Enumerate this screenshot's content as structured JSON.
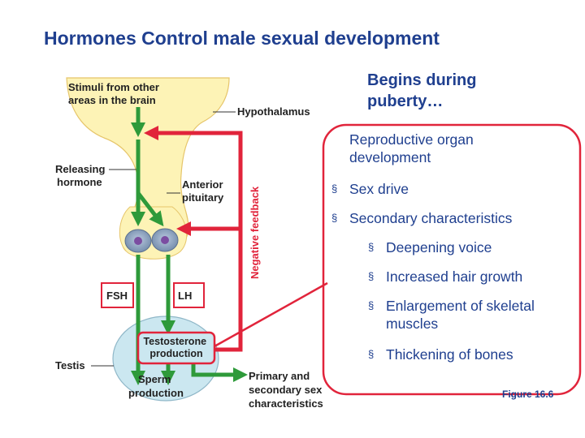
{
  "title": "Hormones Control male sexual development",
  "begins": [
    "Begins during",
    "puberty…"
  ],
  "bullets": {
    "reproductive": [
      "Reproductive organ",
      "development"
    ],
    "sex_drive": "Sex drive",
    "secondary": "Secondary characteristics",
    "voice": "Deepening voice",
    "hair": "Increased hair growth",
    "skeletal": [
      "Enlargement of skeletal",
      "muscles"
    ],
    "bones": "Thickening of bones",
    "marker": "§"
  },
  "diagram": {
    "stimuli": [
      "Stimuli from other",
      "areas in the brain"
    ],
    "hypothalamus": "Hypothalamus",
    "releasing": [
      "Releasing",
      "hormone"
    ],
    "anterior": [
      "Anterior",
      "pituitary"
    ],
    "negative_feedback": "Negative feedback",
    "fsh": "FSH",
    "lh": "LH",
    "testosterone": [
      "Testosterone",
      "production"
    ],
    "testis": "Testis",
    "sperm": [
      "Sperm",
      "production"
    ],
    "primary": [
      "Primary and",
      "secondary sex",
      "characteristics"
    ]
  },
  "figure_label": "Figure 16.6",
  "colors": {
    "title": "#1f3f8f",
    "arrow_green": "#2e9a3a",
    "arrow_red": "#e1243b",
    "brain_fill": "#fdf3b6",
    "testis_fill": "#cbe7f0"
  }
}
